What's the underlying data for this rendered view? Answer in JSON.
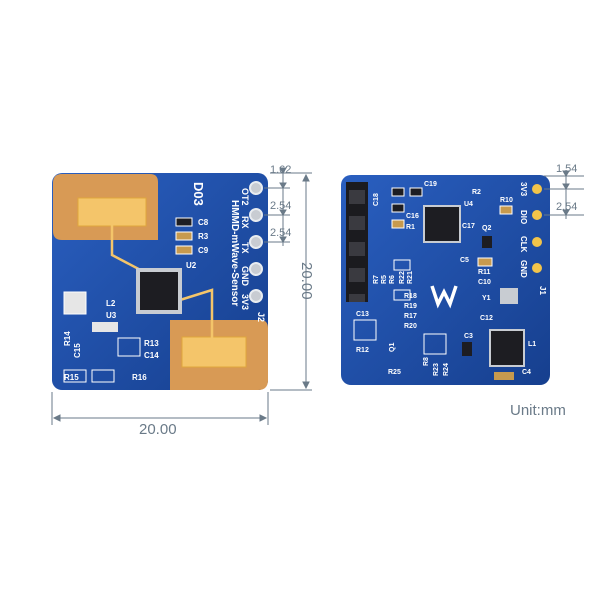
{
  "dimensions": {
    "width": "20.00",
    "height": "20.00",
    "front_pin_offset": "1.62",
    "front_pitch_1": "2.54",
    "front_pitch_2": "2.54",
    "back_pin_offset": "1.54",
    "back_pitch": "2.54"
  },
  "unit_label": "Unit:mm",
  "front_board": {
    "product_label": "HMMD-mWave-Sensor",
    "rev_label": "D03",
    "header_label": "J2",
    "pins": [
      "OT2",
      "RX",
      "TX",
      "GND",
      "3V3"
    ],
    "components": [
      "C8",
      "R3",
      "C9",
      "U2",
      "L2",
      "U3",
      "R13",
      "C14",
      "R14",
      "C15",
      "R15",
      "R16"
    ]
  },
  "back_board": {
    "header_label": "J1",
    "pins": [
      "3V3",
      "DIO",
      "CLK",
      "GND"
    ],
    "components": [
      "R2",
      "C18",
      "C19",
      "C16",
      "C17",
      "R1",
      "U4",
      "Q2",
      "R10",
      "C5",
      "R11",
      "C10",
      "R7",
      "R5",
      "R6",
      "R22",
      "R21",
      "R18",
      "R19",
      "R17",
      "R20",
      "Y1",
      "C12",
      "C13",
      "Q1",
      "R12",
      "C3",
      "L1",
      "R8",
      "R23",
      "R24",
      "R25",
      "C4"
    ]
  },
  "colors": {
    "pcb": "#1e4fa6",
    "antenna_copper": "#d69a55",
    "dimension": "#6a7a88"
  }
}
